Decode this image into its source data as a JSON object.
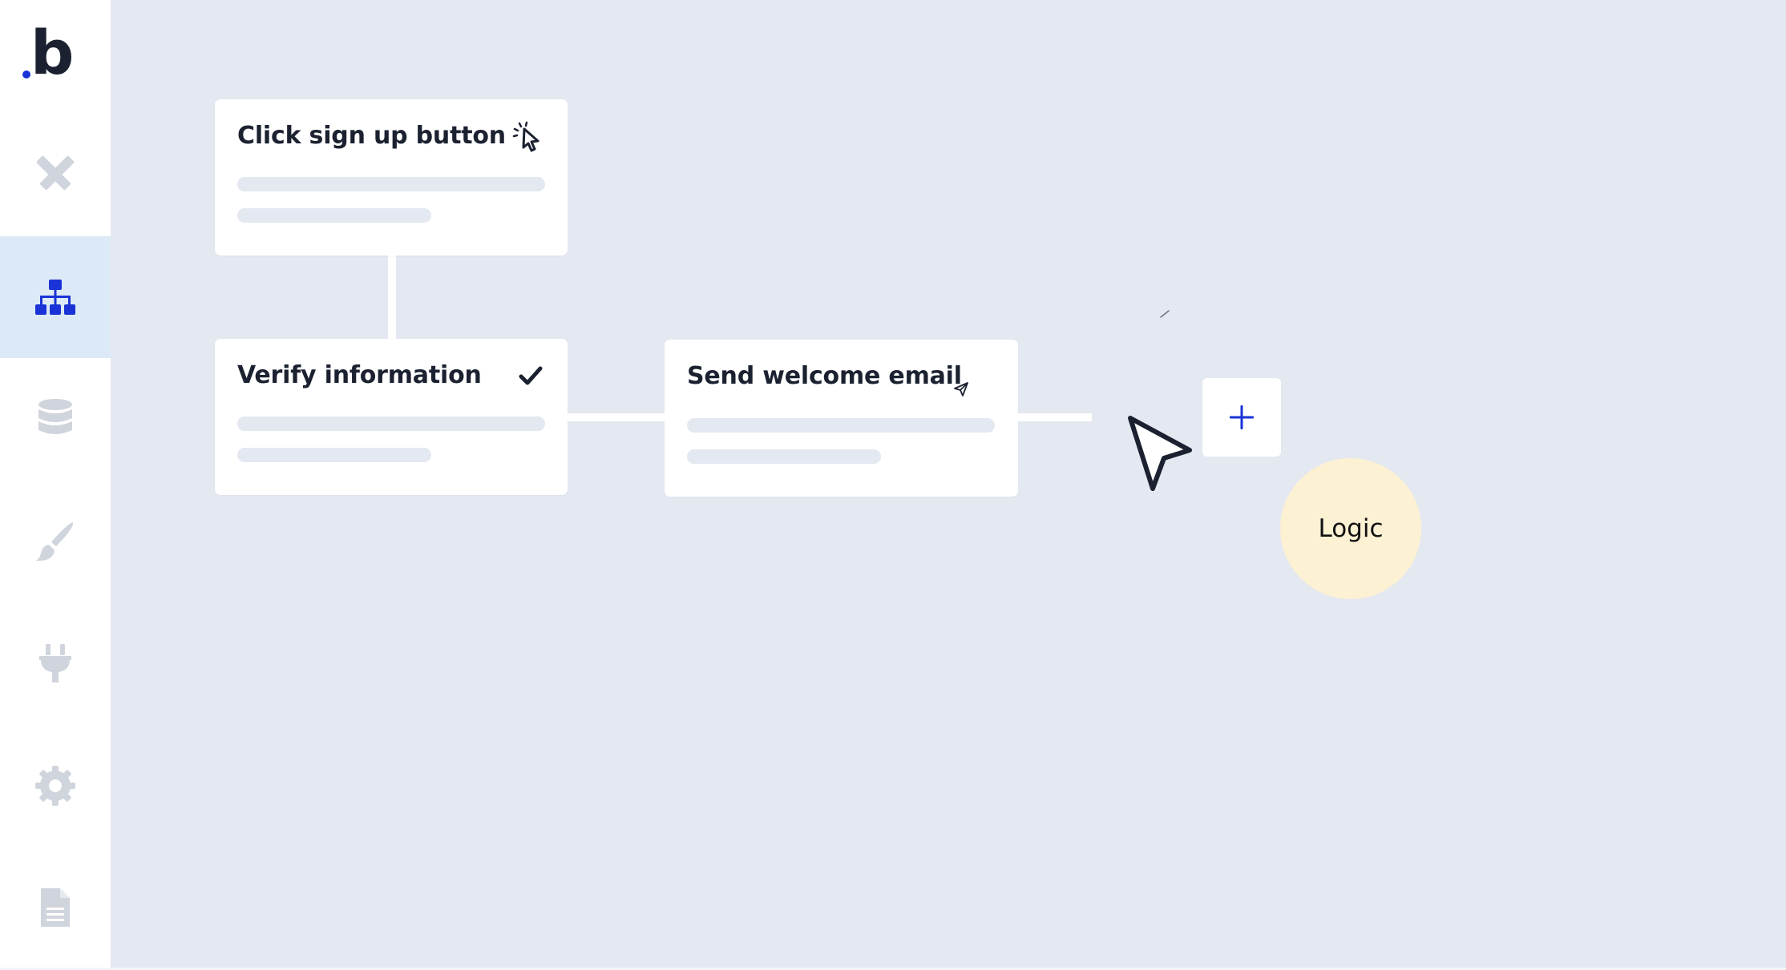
{
  "colors": {
    "canvas_background": "#e4e8f0",
    "sidebar_background": "#ffffff",
    "active_nav_background": "#dce9f7",
    "accent_blue": "#1a33d6",
    "inactive_icon": "#d0d4dc",
    "logic_badge": "#fdf1d4",
    "text_dark": "#1b2130"
  },
  "sidebar": {
    "logo": "b",
    "items": [
      {
        "icon": "pencil-ruler-icon",
        "active": false
      },
      {
        "icon": "sitemap-icon",
        "active": true
      },
      {
        "icon": "database-icon",
        "active": false
      },
      {
        "icon": "paintbrush-icon",
        "active": false
      },
      {
        "icon": "plug-icon",
        "active": false
      },
      {
        "icon": "gear-icon",
        "active": false
      },
      {
        "icon": "document-icon",
        "active": false
      }
    ]
  },
  "workflow": {
    "steps": [
      {
        "title": "Click sign up button",
        "icon": "click-cursor-icon"
      },
      {
        "title": "Verify information",
        "icon": "checkmark-icon"
      },
      {
        "title": "Send welcome email",
        "icon": "paper-plane-icon"
      }
    ],
    "add_step_symbol": "+",
    "logic_badge": "Logic"
  }
}
